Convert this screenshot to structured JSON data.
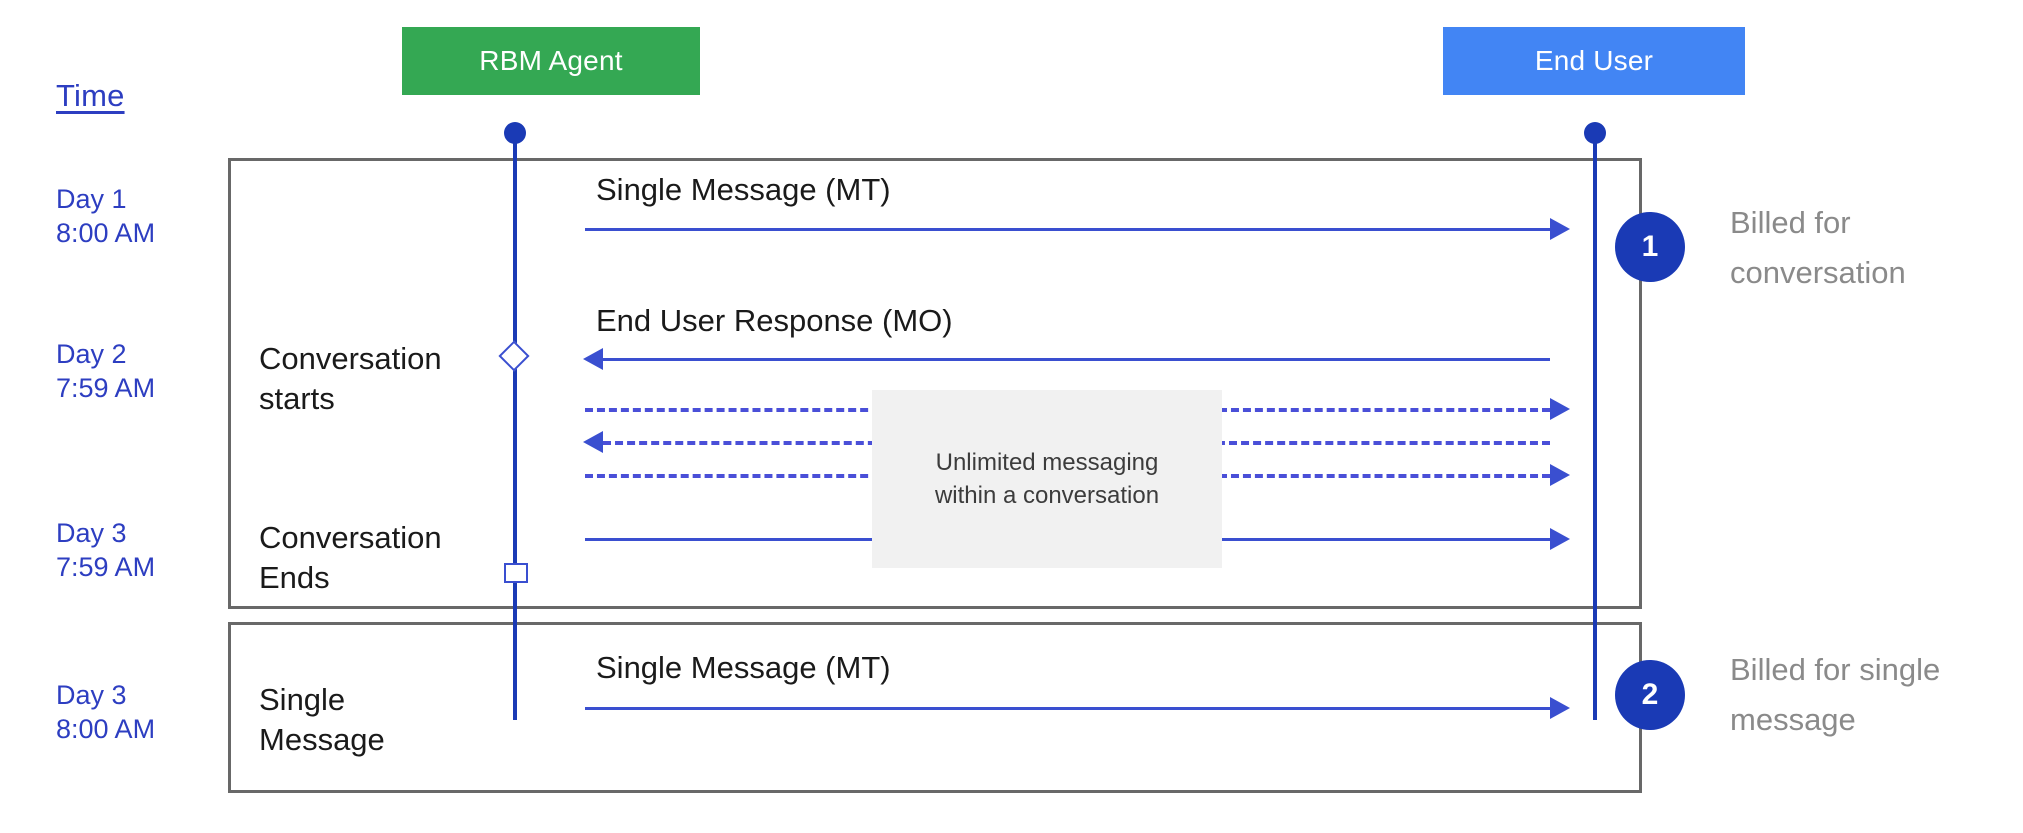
{
  "diagram": {
    "time_axis": {
      "label": "Time"
    },
    "actors": [
      {
        "id": "rbm-agent",
        "label": "RBM Agent",
        "color": "#34a853"
      },
      {
        "id": "end-user",
        "label": "End User",
        "color": "#4285f4"
      }
    ],
    "timestamps": [
      {
        "id": "t1",
        "day": "Day 1",
        "time": "8:00 AM"
      },
      {
        "id": "t2",
        "day": "Day 2",
        "time": "7:59 AM"
      },
      {
        "id": "t3",
        "day": "Day 3",
        "time": "7:59 AM"
      },
      {
        "id": "t4",
        "day": "Day 3",
        "time": "8:00 AM"
      }
    ],
    "phases": [
      {
        "id": "conversation",
        "captions": [
          {
            "id": "conversation-starts",
            "text": "Conversation\nstarts"
          },
          {
            "id": "conversation-ends",
            "text": "Conversation\nEnds"
          }
        ]
      },
      {
        "id": "single",
        "captions": [
          {
            "id": "single-message",
            "text": "Single\nMessage"
          }
        ]
      }
    ],
    "messages": [
      {
        "id": "mt-1",
        "label": "Single Message (MT)",
        "direction": "right",
        "style": "solid"
      },
      {
        "id": "mo-1",
        "label": "End User Response (MO)",
        "direction": "left",
        "style": "solid"
      },
      {
        "id": "u-1",
        "label": "",
        "direction": "right",
        "style": "dashed"
      },
      {
        "id": "u-2",
        "label": "",
        "direction": "left",
        "style": "dashed"
      },
      {
        "id": "u-3",
        "label": "",
        "direction": "right",
        "style": "dashed"
      },
      {
        "id": "u-4",
        "label": "",
        "direction": "right",
        "style": "solid"
      },
      {
        "id": "mt-2",
        "label": "Single Message (MT)",
        "direction": "right",
        "style": "solid"
      }
    ],
    "note": {
      "text": "Unlimited messaging\nwithin a conversation",
      "background": "#f1f1f1"
    },
    "billing_callouts": [
      {
        "id": "callout-1",
        "number": "1",
        "text": "Billed for\nconversation",
        "color": "#1a3ab5"
      },
      {
        "id": "callout-2",
        "number": "2",
        "text": "Billed for single\nmessage",
        "color": "#1a3ab5"
      }
    ]
  },
  "chart_data": {
    "type": "table",
    "title": "RBM conversation billing timeline",
    "categories": [
      "Day 1 8:00 AM",
      "Day 2 7:59 AM",
      "Day 3 7:59 AM",
      "Day 3 8:00 AM"
    ],
    "series": [
      {
        "name": "events",
        "values": [
          "Single Message (MT) from RBM Agent to End User",
          "End User Response (MO) - Conversation starts; unlimited messaging within a conversation",
          "Conversation Ends",
          "Single Message (MT) - Billed for single message"
        ]
      }
    ],
    "xlabel": "Time",
    "ylabel": "",
    "legend": [
      "RBM Agent",
      "End User"
    ]
  }
}
